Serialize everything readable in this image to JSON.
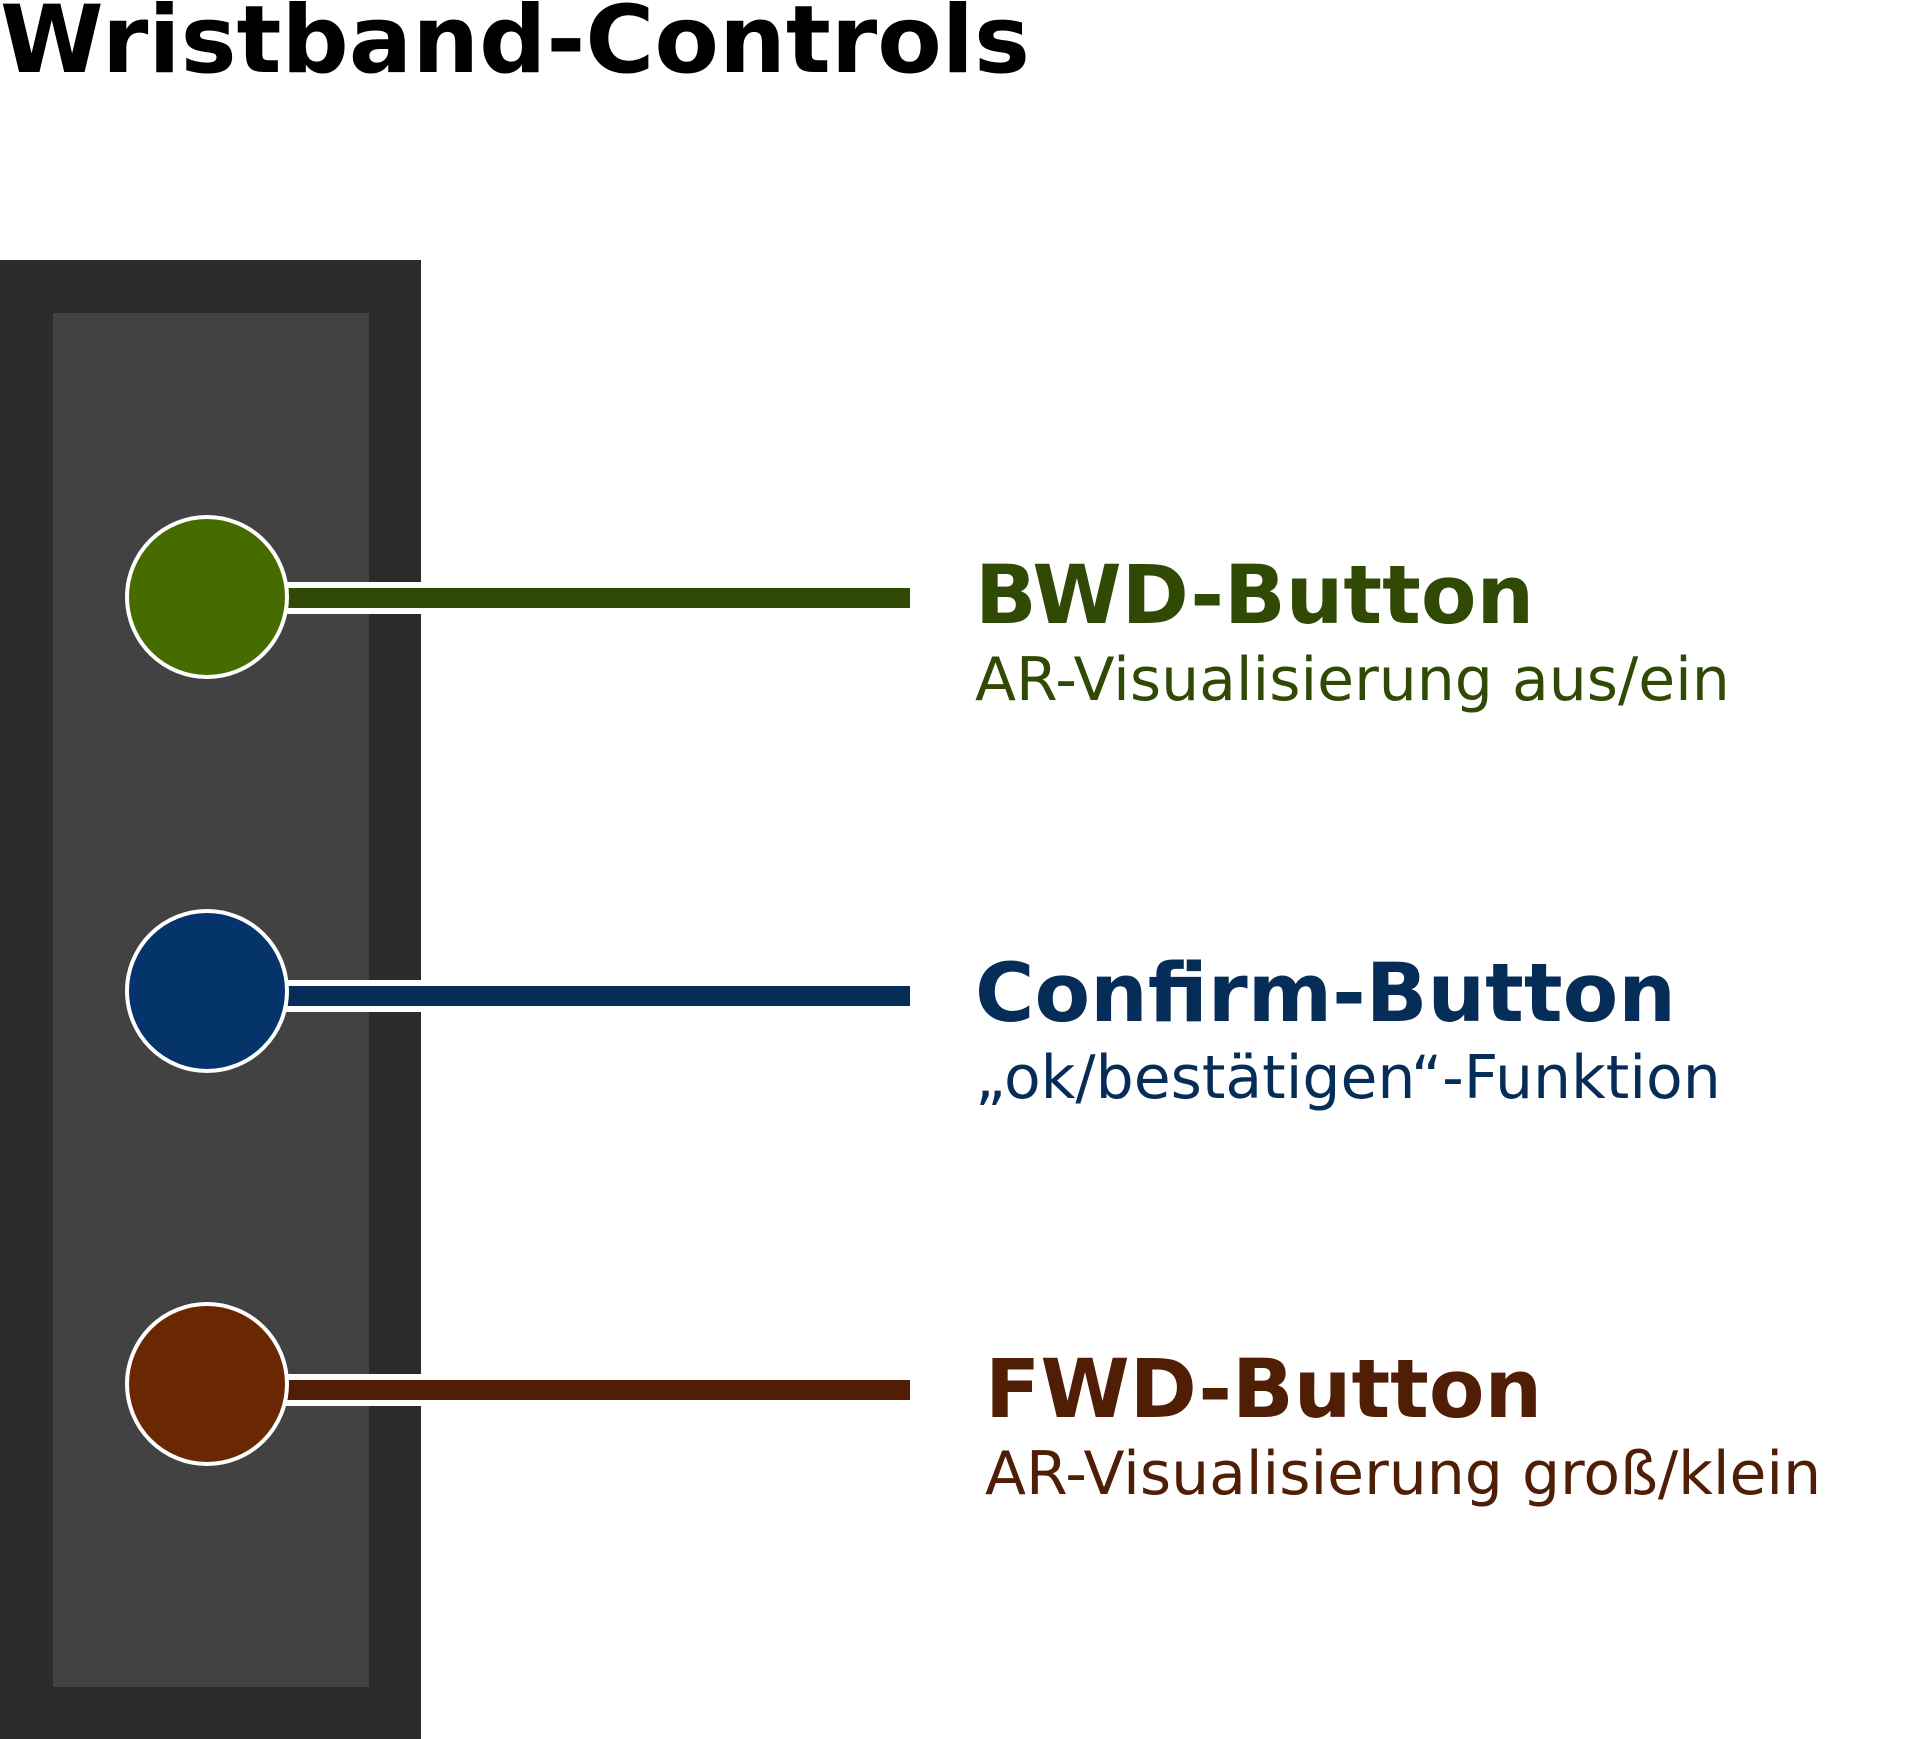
{
  "title": "Wristband-Controls",
  "buttons": [
    {
      "name": "BWD-Button",
      "description": "AR-Visualisierung aus/ein",
      "fill_color": "#466c00",
      "label_color": "#304a06"
    },
    {
      "name": "Confirm-Button",
      "description": "„ok/bestätigen“-Funktion",
      "fill_color": "#04346a",
      "label_color": "#062d58"
    },
    {
      "name": "FWD-Button",
      "description": "AR-Visualisierung groß/klein",
      "fill_color": "#6a2802",
      "label_color": "#4f1e05"
    }
  ]
}
